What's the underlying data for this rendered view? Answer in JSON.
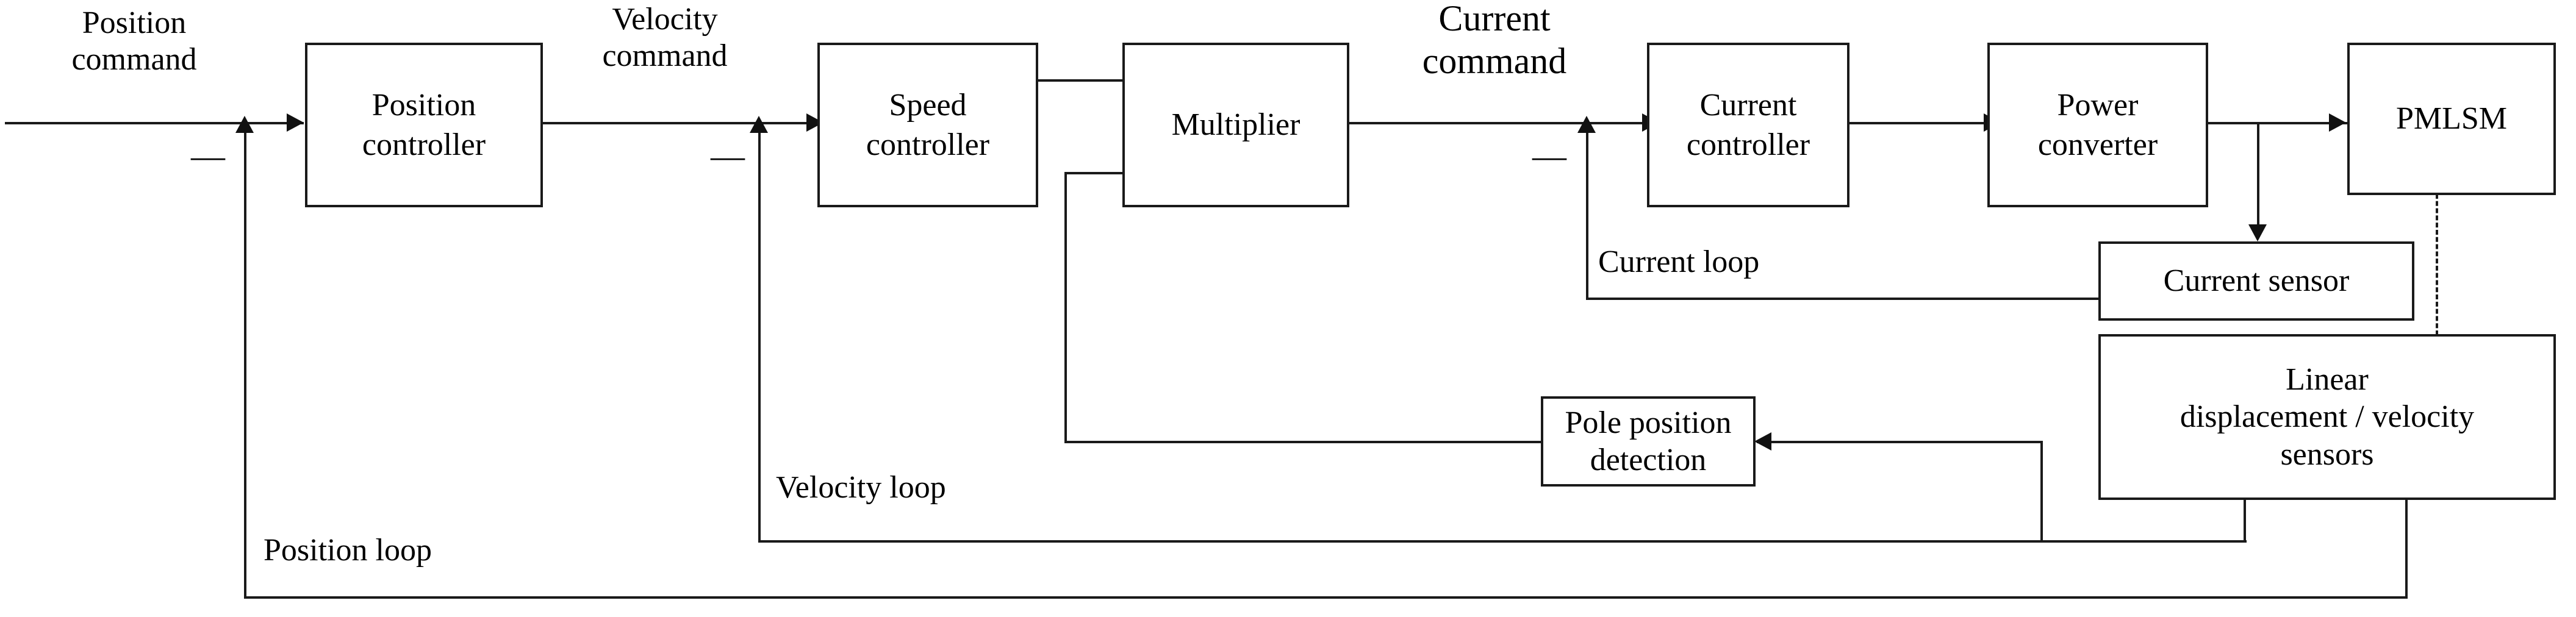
{
  "diagram": {
    "title": "PMLSM cascaded servo control block diagram",
    "stroke_color": "#1a1a1a",
    "background_color": "#ffffff"
  },
  "blocks": {
    "position_controller": "Position\ncontroller",
    "speed_controller": "Speed\ncontroller",
    "multiplier": "Multiplier",
    "current_controller": "Current\ncontroller",
    "power_converter": "Power\nconverter",
    "pmlsm": "PMLSM",
    "current_sensor": "Current sensor",
    "linear_sensors": "Linear\ndisplacement / velocity\nsensors",
    "pole_position_detection": "Pole position detection"
  },
  "labels": {
    "position_command": "Position\ncommand",
    "velocity_command": "Velocity\ncommand",
    "current_command": "Current\ncommand",
    "current_loop": "Current loop",
    "velocity_loop": "Velocity loop",
    "position_loop": "Position loop"
  },
  "signs": {
    "position_summing": "—",
    "velocity_summing": "—",
    "current_summing": "—"
  }
}
